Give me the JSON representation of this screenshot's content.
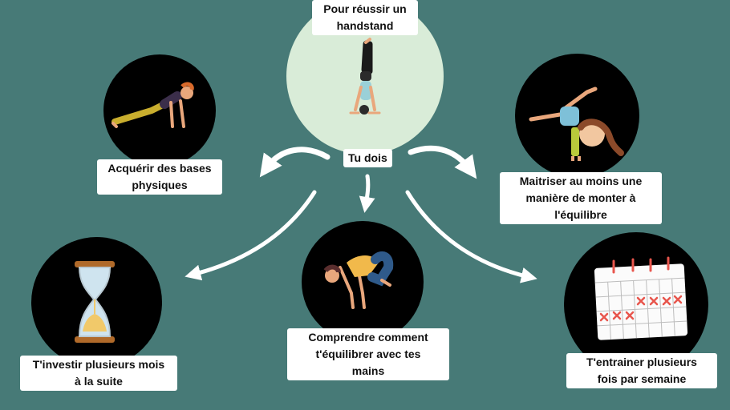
{
  "title": "Pour réussir un\nhandstand",
  "hub_label": "Tu dois",
  "nodes": [
    {
      "text": "Acquérir des bases\nphysiques",
      "icon": "plank-person-icon"
    },
    {
      "text": "Maitriser au moins une\nmanière de monter à\nl'équilibre",
      "icon": "cartwheel-child-icon"
    },
    {
      "text": "T'investir plusieurs mois\nà la suite",
      "icon": "hourglass-icon"
    },
    {
      "text": "Comprendre comment\nt'équilibrer avec tes\nmains",
      "icon": "crow-pose-person-icon"
    },
    {
      "text": "T'entrainer plusieurs\nfois par semaine",
      "icon": "calendar-icon"
    }
  ],
  "colors": {
    "background": "#477a77",
    "center_circle": "#d9ecd8",
    "node_circle": "#000000",
    "label_bg": "#ffffff",
    "arrow": "#ffffff",
    "calendar_mark": "#e8564d"
  }
}
